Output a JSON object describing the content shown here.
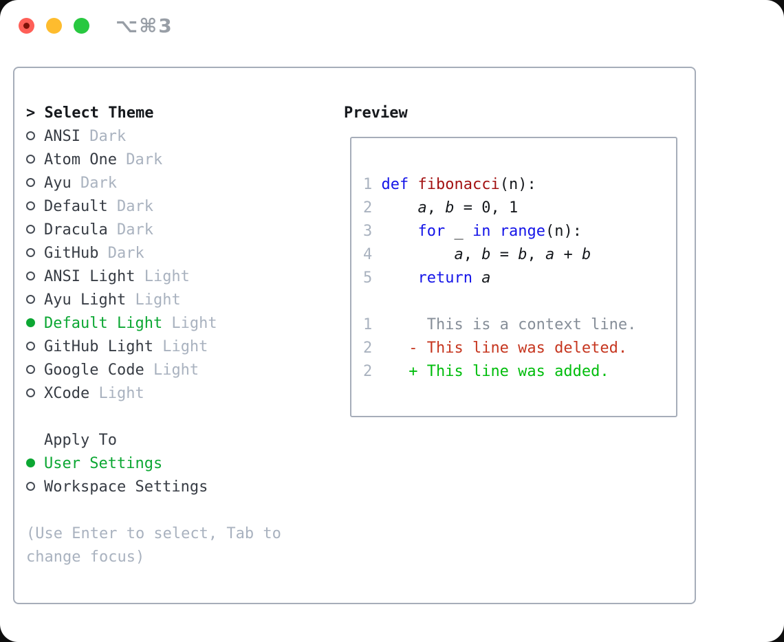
{
  "window": {
    "shortcut": "⌥⌘3"
  },
  "theme_panel": {
    "title_marker": ">",
    "title": "Select Theme",
    "themes": [
      {
        "name": "ANSI",
        "variant": "Dark",
        "selected": false
      },
      {
        "name": "Atom One",
        "variant": "Dark",
        "selected": false
      },
      {
        "name": "Ayu",
        "variant": "Dark",
        "selected": false
      },
      {
        "name": "Default",
        "variant": "Dark",
        "selected": false
      },
      {
        "name": "Dracula",
        "variant": "Dark",
        "selected": false
      },
      {
        "name": "GitHub",
        "variant": "Dark",
        "selected": false
      },
      {
        "name": "ANSI Light",
        "variant": "Light",
        "selected": false
      },
      {
        "name": "Ayu Light",
        "variant": "Light",
        "selected": false
      },
      {
        "name": "Default Light",
        "variant": "Light",
        "selected": true
      },
      {
        "name": "GitHub Light",
        "variant": "Light",
        "selected": false
      },
      {
        "name": "Google Code",
        "variant": "Light",
        "selected": false
      },
      {
        "name": "XCode",
        "variant": "Light",
        "selected": false
      }
    ],
    "apply_to": {
      "title": "Apply To",
      "options": [
        {
          "label": "User Settings",
          "selected": true
        },
        {
          "label": "Workspace Settings",
          "selected": false
        }
      ]
    },
    "hint_lines": [
      "(Use Enter to select, Tab to",
      "change focus)"
    ]
  },
  "preview": {
    "title": "Preview",
    "code_lines": [
      {
        "num": "1",
        "segs": [
          [
            "k",
            "def"
          ],
          [
            "p",
            " "
          ],
          [
            "f",
            "fibonacci"
          ],
          [
            "p",
            "(n):"
          ]
        ]
      },
      {
        "num": "2",
        "segs": [
          [
            "p",
            "    "
          ],
          [
            "v",
            "a"
          ],
          [
            "p",
            ", "
          ],
          [
            "v",
            "b"
          ],
          [
            "p",
            " = 0, 1"
          ]
        ]
      },
      {
        "num": "3",
        "segs": [
          [
            "p",
            "    "
          ],
          [
            "k",
            "for"
          ],
          [
            "p",
            " _ "
          ],
          [
            "k",
            "in"
          ],
          [
            "p",
            " "
          ],
          [
            "k",
            "range"
          ],
          [
            "p",
            "(n):"
          ]
        ]
      },
      {
        "num": "4",
        "segs": [
          [
            "p",
            "        "
          ],
          [
            "v",
            "a"
          ],
          [
            "p",
            ", "
          ],
          [
            "v",
            "b"
          ],
          [
            "p",
            " = "
          ],
          [
            "v",
            "b"
          ],
          [
            "p",
            ", "
          ],
          [
            "v",
            "a"
          ],
          [
            "p",
            " + "
          ],
          [
            "v",
            "b"
          ]
        ]
      },
      {
        "num": "5",
        "segs": [
          [
            "p",
            "    "
          ],
          [
            "k",
            "return"
          ],
          [
            "p",
            " "
          ],
          [
            "v",
            "a"
          ]
        ]
      }
    ],
    "diff_lines": [
      {
        "num": "1",
        "kind": "context",
        "text": "     This is a context line."
      },
      {
        "num": "2",
        "kind": "deleted",
        "text": "   - This line was deleted."
      },
      {
        "num": "2",
        "kind": "added",
        "text": "   + This line was added."
      }
    ]
  },
  "colors": {
    "accent_green": "#0ca733",
    "added_green": "#00bd0c",
    "deleted_red": "#c6361f",
    "keyword_blue": "#1414e8",
    "function_red": "#a31212",
    "muted_gray": "#a9b2bf",
    "context_gray": "#868e98",
    "border_gray": "#a6adb9",
    "traffic_red": "#ff5f57",
    "traffic_yellow": "#febc2e",
    "traffic_green": "#28c840"
  }
}
